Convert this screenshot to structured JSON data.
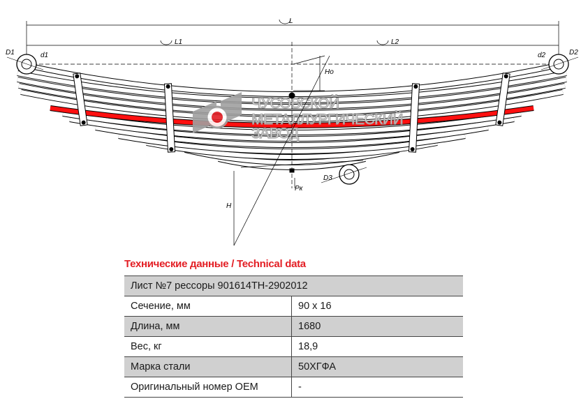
{
  "drawing": {
    "labels": {
      "L": "L",
      "L1": "L1",
      "L2": "L2",
      "D1": "D1",
      "d1": "d1",
      "D2": "D2",
      "d2": "d2",
      "D3": "D3",
      "Ho": "Ho",
      "H": "H",
      "Pk": "Pк"
    },
    "watermark": {
      "line1": "ЧУСОВСКОЙ",
      "line2": "МЕТАЛЛУРГИЧЕСКИЙ",
      "line3": "ЗАВОД"
    },
    "highlight_leaf": 7,
    "colors": {
      "highlight": "#ff1010",
      "title": "#e31e24",
      "row_shade": "#d0d0d0"
    }
  },
  "table": {
    "title": "Технические данные / Technical data",
    "header": "Лист №7 рессоры 901614ТН-2902012",
    "rows": [
      {
        "label": "Сечение, мм",
        "value": "90 х 16"
      },
      {
        "label": "Длина, мм",
        "value": "1680"
      },
      {
        "label": "Вес, кг",
        "value": "18,9"
      },
      {
        "label": "Марка стали",
        "value": "50ХГФА"
      },
      {
        "label": "Оригинальный номер OEM",
        "value": "-"
      }
    ]
  }
}
